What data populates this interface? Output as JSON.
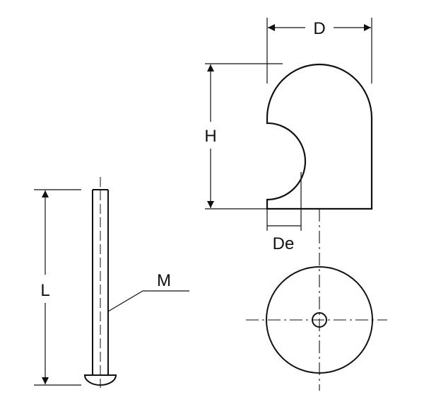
{
  "labels": {
    "d": "D",
    "h": "H",
    "de": "De",
    "l": "L",
    "m": "M"
  },
  "colors": {
    "stroke": "#111111",
    "background": "#ffffff"
  }
}
